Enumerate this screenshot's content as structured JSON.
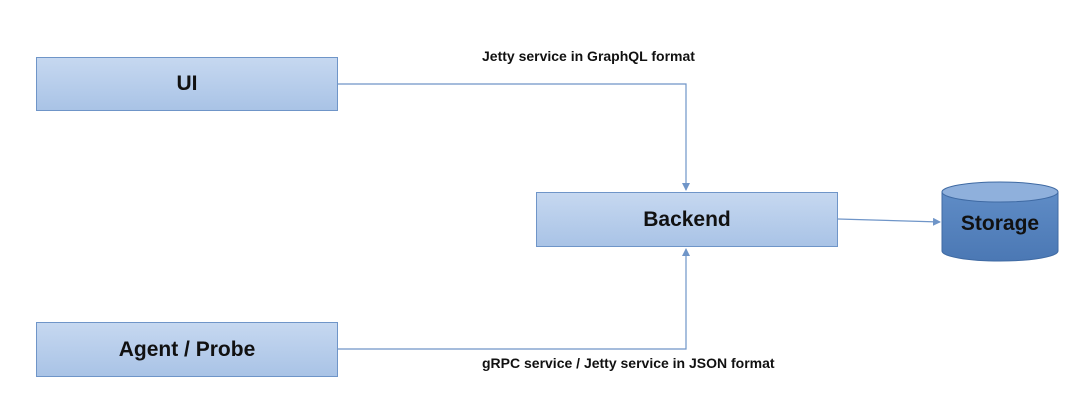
{
  "nodes": {
    "ui": "UI",
    "agent": "Agent / Probe",
    "backend": "Backend",
    "storage": "Storage"
  },
  "edges": {
    "ui_to_backend": "Jetty service in GraphQL format",
    "agent_to_backend": "gRPC service / Jetty service in JSON format"
  },
  "colors": {
    "box_fill": "#b4cbeb",
    "box_border": "#6f95c8",
    "storage_fill": "#5a86c0",
    "line": "#6f95c8"
  }
}
